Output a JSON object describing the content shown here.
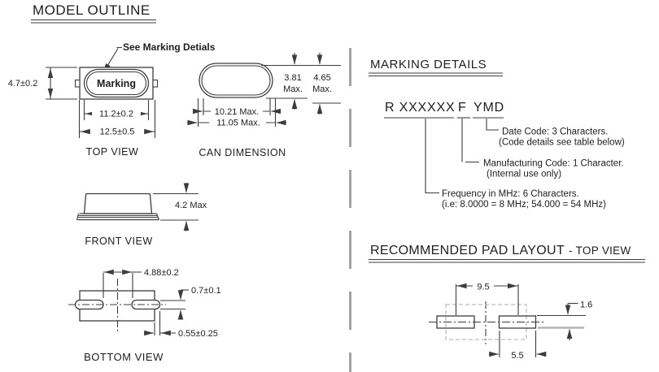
{
  "colors": {
    "ink": "#1e1e1e",
    "drawing_line": "#3d3d3d",
    "divider_gray": "#a3a3a3",
    "ghost_gray": "#bdbdbd"
  },
  "model_outline": {
    "title": "MODEL OUTLINE",
    "top_view": {
      "label": "TOP VIEW",
      "marking_text": "Marking",
      "callout": "See Marking Detials",
      "dim_height": "4.7±0.2",
      "dim_width_inner": "11.2±0.2",
      "dim_width_outer": "12.5±0.5"
    },
    "can_dimension": {
      "label": "CAN DIMENSION",
      "dim_height_inner": "3.81",
      "dim_height_outer": "4.65",
      "max_suffix": "Max.",
      "dim_width_inner": "10.21 Max.",
      "dim_width_outer": "11.05 Max."
    },
    "front_view": {
      "label": "FRONT VIEW",
      "dim_height": "4.2 Max"
    },
    "bottom_view": {
      "label": "BOTTOM VIEW",
      "dim_lead_span": "4.88±0.2",
      "dim_lead_thickness": "0.7±0.1",
      "dim_lead_inset": "0.55±0.25"
    }
  },
  "marking_details": {
    "title": "MARKING DETAILS",
    "code_frequency": "R XXXXXX",
    "code_manufacturing": "F",
    "code_date": "YMD",
    "date_code_note_line1": "Date Code: 3 Characters.",
    "date_code_note_line2": "(Code details see table below)",
    "manufacturing_note_line1": "Manufacturing Code: 1 Character.",
    "manufacturing_note_line2": "(Internal use only)",
    "frequency_note_line1": "Frequency in MHz: 6 Characters.",
    "frequency_note_line2": "(i.e: 8.0000 = 8 MHz; 54.000 = 54 MHz)"
  },
  "pad_layout": {
    "title": "RECOMMENDED PAD LAYOUT",
    "title_suffix": "- TOP VIEW",
    "dim_pitch": "9.5",
    "dim_pad_width": "5.5",
    "dim_pad_height": "1.6"
  }
}
